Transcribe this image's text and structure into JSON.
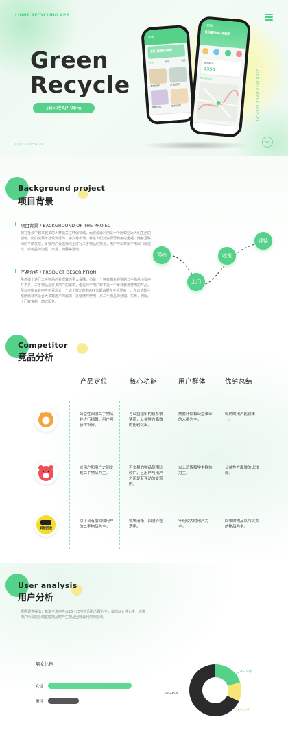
{
  "hero": {
    "app_tag": "LIGHT RECYCLING APP",
    "title_line1": "Green",
    "title_line2": "Recycle",
    "pill": "轻回收APP展示",
    "ui_design": "UI/UX DESIGN",
    "vertical_text": "USER INTERFACE DISPLAY",
    "phone_left": {
      "title": "回收",
      "banner": "积分兑换大福利",
      "tabs": [
        "衣物",
        "家电",
        "书籍"
      ],
      "items": [
        "衣物回收",
        "家电回收",
        "书籍回收",
        "家具回收"
      ]
    },
    "phone_right": {
      "header": "轻回收",
      "banner": "让闲置物品 动起来",
      "card_title": "我的积分",
      "points": "2350",
      "map_label": "附近回收点"
    }
  },
  "background": {
    "title_en": "Background project",
    "title_cn": "项目背景",
    "sub1": "项目背景 / BACKGROUND OF THE PROJECT",
    "para1": "现在社会中越来越多的人开始关注环保领域，而资源再利用是一个比较贴近人们生活的领域。比如说百年社较流行的二手交易市场，就是人们对资源再利用的重视，随着互联网的不断发展，多数用户会选择线上进行二手物品的交易，用户可以享受不用出门就完成二手物品的流程、交易、佣服等活动。",
    "sub2": "产品介绍 / PRODUCT DESCRIPTION",
    "para2": "虽然线上进行二手物品的处理效力更大保障，但是一个拥有相对完整的二手物品小程序并不多，二手物品是许多用户的需求，但是对于用户却不是一个每日都要使用的产品，所以可能会有用户不喜欢让一个这个样功能的APP长期占据在手机界面上，所以这款小程序就非常适合大多数用户的需求，方便随时使用，从二手物品的处理、买卖、佣服、上门收货的一站式服务。",
    "steps": [
      "预约",
      "上门",
      "收货",
      "评估"
    ]
  },
  "competitor": {
    "title_en": "Competitor",
    "title_cn": "竞品分析",
    "headers": [
      "产品定位",
      "核心功能",
      "用户群体",
      "优劣总结"
    ],
    "rows": [
      {
        "logo": "orange-ring-logo",
        "cells": [
          "公益性回收二手物品并进行捐赠。用户可获得积分。",
          "与公益组织的联系很紧密，公益性方面做的比较突出。",
          "热爱环保和公益事业的人群为主。",
          "吸纳的用户比较单一。"
        ]
      },
      {
        "logo": "red-bear-logo",
        "cells": [
          "以用户和用户之间交易二手物品为主。",
          "可交易的物品范围比较广，且用户与用户之间是有互动的交流的。",
          "以上班族和学生群体为主。",
          "公益性方面做的比较弱。"
        ]
      },
      {
        "logo": "yellow-recycle-logo",
        "logo_text": "蚂蚁回收",
        "cells": [
          "以平台有偿回收用户的二手物品为主。",
          "模块清晰，回收价格透明。",
          "年纪较大的用户为主。",
          "回收的物品以可买卖的物品为主。"
        ]
      }
    ]
  },
  "users": {
    "title_en": "User analysis",
    "title_cn": "用户分析",
    "para": "根据调查得出，基本主流用户以25~35岁之间的人群为主，偏向以女性为主，这类用户乐以搬迁或整理物品时产生物品回收再利用的想法。",
    "gender_title": "男女比例",
    "female_label": "女性",
    "male_label": "男性",
    "female_share": 0.72,
    "male_share": 0.28,
    "age_labels": [
      "36~50岁",
      "22~35岁",
      "16~21岁"
    ],
    "age_shares": [
      0.2,
      0.68,
      0.12
    ]
  },
  "colors": {
    "accent": "#55d18a",
    "dark": "#2b2b2b",
    "yellow": "#f7e476",
    "male": "#555555"
  }
}
